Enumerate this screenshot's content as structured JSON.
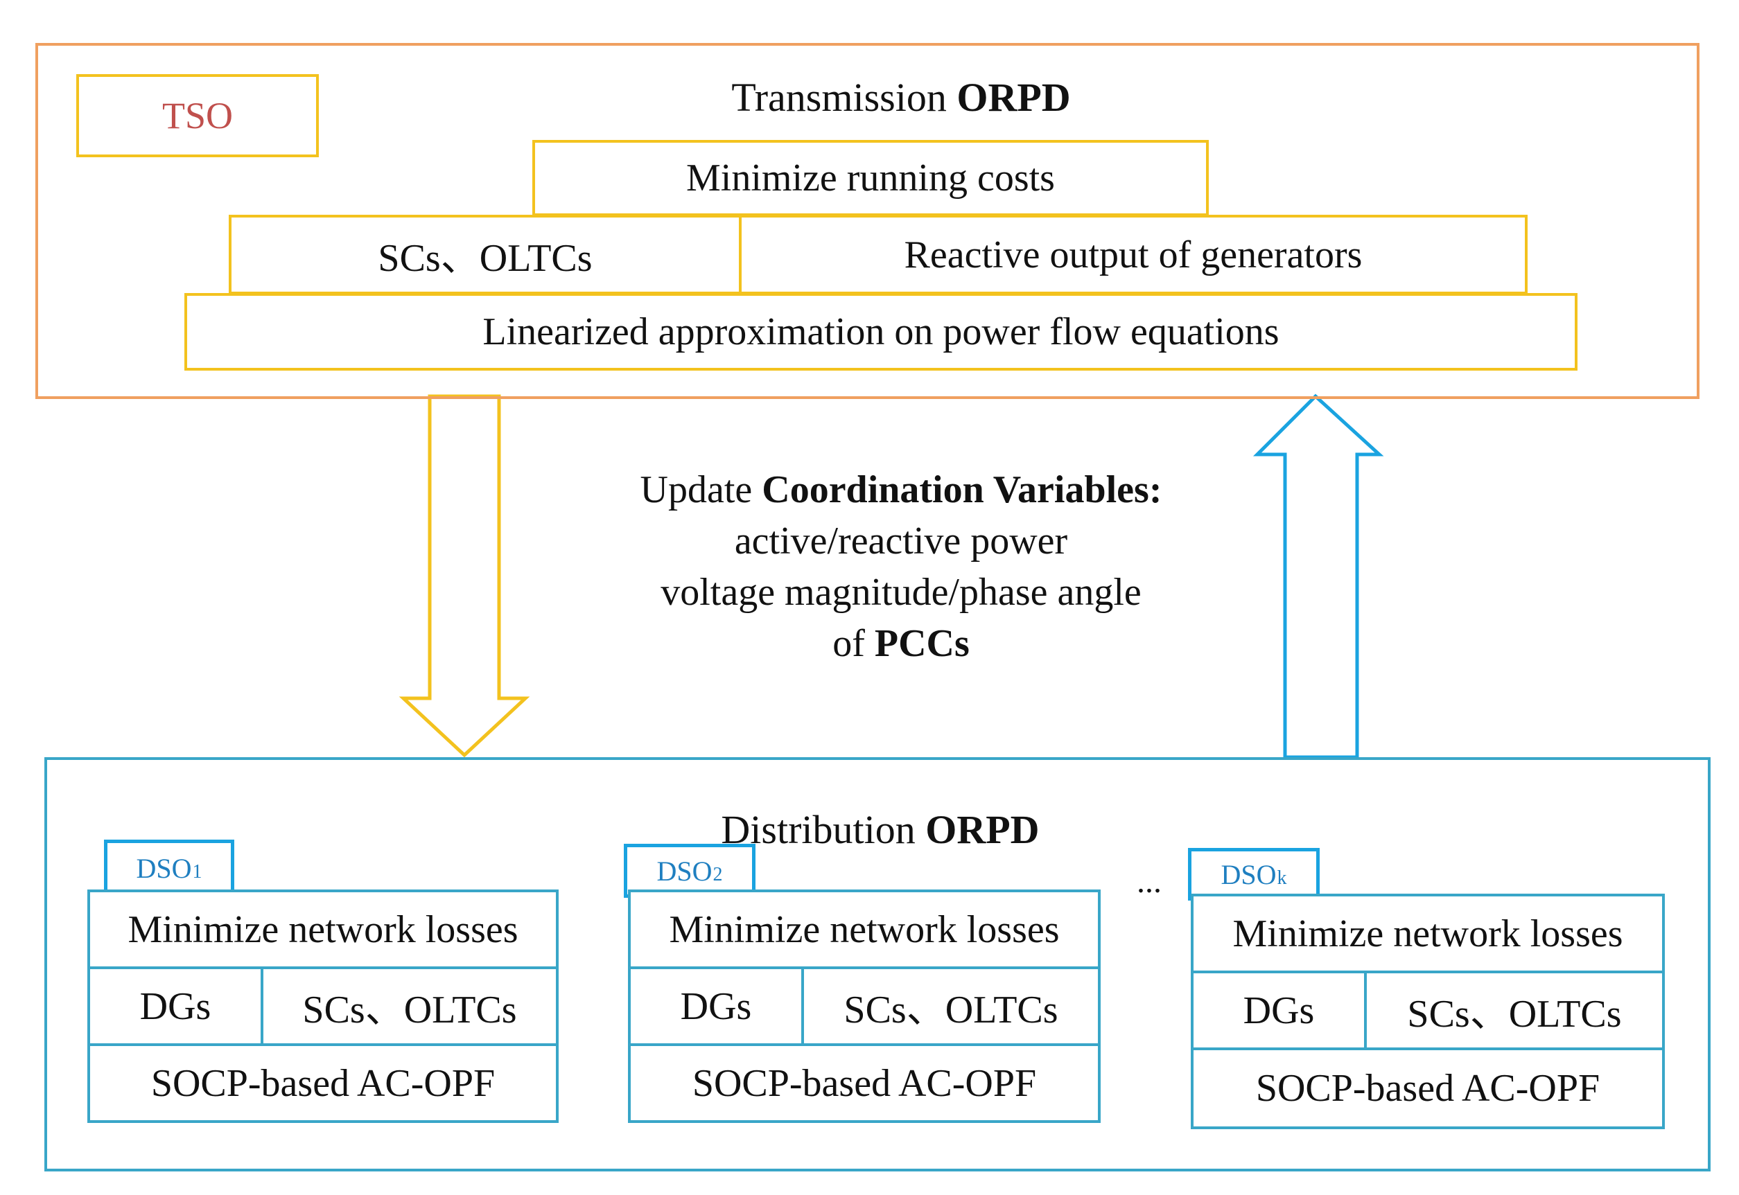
{
  "tso": {
    "tag": "TSO",
    "title_prefix": "Transmission ",
    "title_bold": "ORPD",
    "objective": "Minimize running costs",
    "controls_left": "SCs、OLTCs",
    "controls_right": "Reactive output of generators",
    "model": "Linearized approximation on power flow equations"
  },
  "coordination": {
    "line1_prefix": "Update ",
    "line1_bold": "Coordination Variables",
    "line1_suffix": ":",
    "line2": "active/reactive power",
    "line3": "voltage magnitude/phase angle",
    "line4_prefix": "of ",
    "line4_bold": "PCCs"
  },
  "dso": {
    "title_prefix": "Distribution ",
    "title_bold": "ORPD",
    "ellipsis": "...",
    "units": [
      {
        "tag": "DSO",
        "sub": "1",
        "objective": "Minimize network losses",
        "left": "DGs",
        "right": "SCs、OLTCs",
        "model": "SOCP-based AC-OPF"
      },
      {
        "tag": "DSO",
        "sub": "2",
        "objective": "Minimize network losses",
        "left": "DGs",
        "right": "SCs、OLTCs",
        "model": "SOCP-based AC-OPF"
      },
      {
        "tag": "DSO",
        "sub": "k",
        "objective": "Minimize network losses",
        "left": "DGs",
        "right": "SCs、OLTCs",
        "model": "SOCP-based AC-OPF"
      }
    ]
  },
  "colors": {
    "tso_frame": "#f0a060",
    "tso_boxes": "#f3c21e",
    "tso_tag_text": "#c0504d",
    "dso_frame": "#39a6c8",
    "dso_tag": "#1aa3e0",
    "down_arrow": "#f3c21e",
    "up_arrow": "#1aa3e0"
  }
}
